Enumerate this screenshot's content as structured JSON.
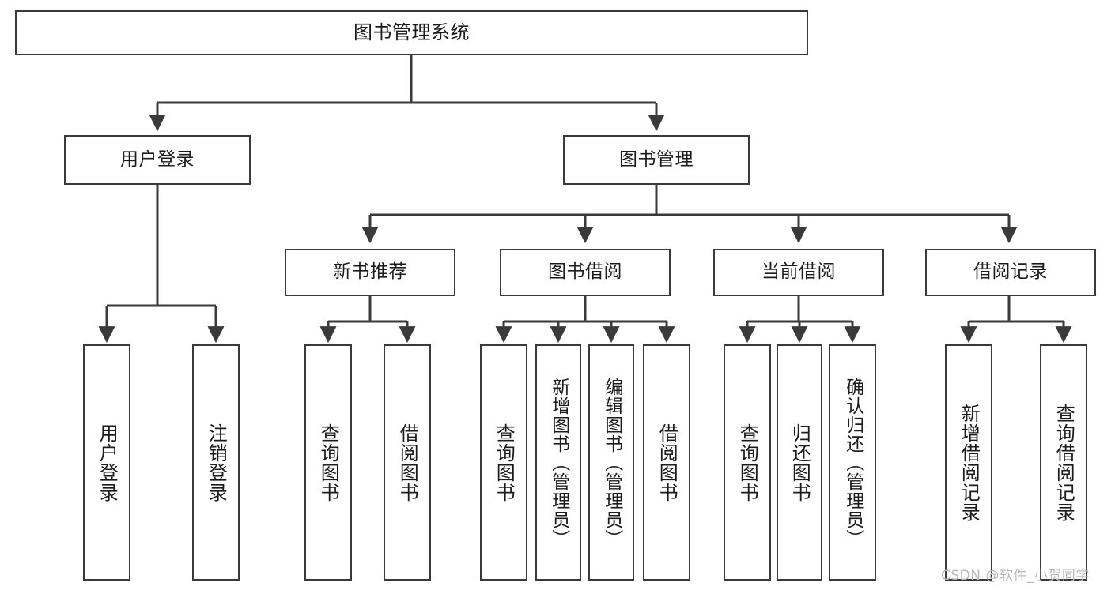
{
  "diagram": {
    "type": "tree",
    "title": "图书管理系统",
    "orientation": "top-down",
    "nodes": {
      "root": {
        "label": "图书管理系统",
        "level": 1
      },
      "user_login": {
        "label": "用户登录",
        "level": 2
      },
      "book_manage": {
        "label": "图书管理",
        "level": 2
      },
      "new_book_rec": {
        "label": "新书推荐",
        "level": 3
      },
      "book_borrow": {
        "label": "图书借阅",
        "level": 3
      },
      "current_borrow": {
        "label": "当前借阅",
        "level": 3
      },
      "borrow_record": {
        "label": "借阅记录",
        "level": 3
      },
      "leaf_user_login": {
        "label": "用户登录",
        "level": 4
      },
      "leaf_logout": {
        "label": "注销登录",
        "level": 4
      },
      "leaf_query_book_1": {
        "label": "查询图书",
        "level": 4
      },
      "leaf_borrow_book_1": {
        "label": "借阅图书",
        "level": 4
      },
      "leaf_query_book_2": {
        "label": "查询图书",
        "level": 4
      },
      "leaf_add_book": {
        "label": "新增图书（管理员）",
        "level": 4
      },
      "leaf_edit_book": {
        "label": "编辑图书（管理员）",
        "level": 4
      },
      "leaf_borrow_book_2": {
        "label": "借阅图书",
        "level": 4
      },
      "leaf_query_book_3": {
        "label": "查询图书",
        "level": 4
      },
      "leaf_return_book": {
        "label": "归还图书",
        "level": 4
      },
      "leaf_confirm_return": {
        "label": "确认归还（管理员）",
        "level": 4
      },
      "leaf_add_record": {
        "label": "新增借阅记录",
        "level": 4
      },
      "leaf_query_record": {
        "label": "查询借阅记录",
        "level": 4
      }
    },
    "edges": [
      {
        "from": "root",
        "to": "user_login"
      },
      {
        "from": "root",
        "to": "book_manage"
      },
      {
        "from": "book_manage",
        "to": "new_book_rec"
      },
      {
        "from": "book_manage",
        "to": "book_borrow"
      },
      {
        "from": "book_manage",
        "to": "current_borrow"
      },
      {
        "from": "book_manage",
        "to": "borrow_record"
      },
      {
        "from": "user_login",
        "to": "leaf_user_login"
      },
      {
        "from": "user_login",
        "to": "leaf_logout"
      },
      {
        "from": "new_book_rec",
        "to": "leaf_query_book_1"
      },
      {
        "from": "new_book_rec",
        "to": "leaf_borrow_book_1"
      },
      {
        "from": "book_borrow",
        "to": "leaf_query_book_2"
      },
      {
        "from": "book_borrow",
        "to": "leaf_add_book"
      },
      {
        "from": "book_borrow",
        "to": "leaf_edit_book"
      },
      {
        "from": "book_borrow",
        "to": "leaf_borrow_book_2"
      },
      {
        "from": "current_borrow",
        "to": "leaf_query_book_3"
      },
      {
        "from": "current_borrow",
        "to": "leaf_return_book"
      },
      {
        "from": "current_borrow",
        "to": "leaf_confirm_return"
      },
      {
        "from": "borrow_record",
        "to": "leaf_add_record"
      },
      {
        "from": "borrow_record",
        "to": "leaf_query_record"
      }
    ],
    "colors": {
      "box_border": "#3a3a3a",
      "box_fill": "#ffffff",
      "connector": "#3a3a3a",
      "text": "#1b1b1b",
      "background": "#ffffff",
      "watermark": "#b9b9b9"
    }
  },
  "watermark": {
    "text": "CSDN @软件_小贺同学"
  }
}
